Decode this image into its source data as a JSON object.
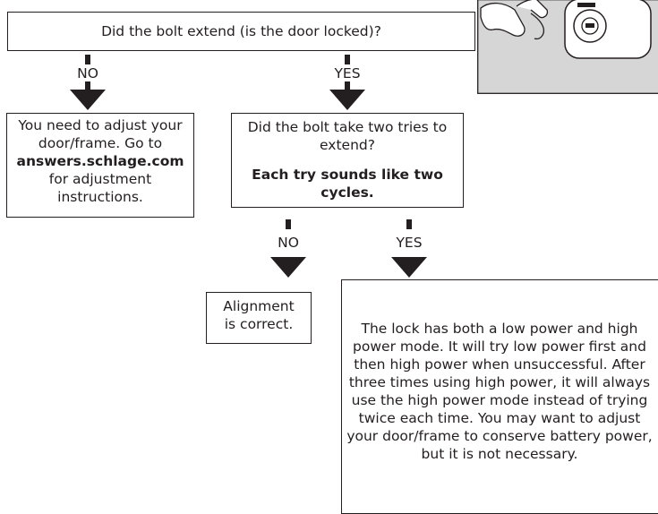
{
  "flowchart": {
    "question_locked": "Did the bolt extend (is the door locked)?",
    "branch_no_1": "NO",
    "branch_yes_1": "YES",
    "adjust_box": {
      "line1": "You need to adjust your door/frame. Go to",
      "link": "answers.schlage.com",
      "line2": "for adjustment instructions."
    },
    "question_two_tries": {
      "text": "Did the bolt take two tries to extend?",
      "note": "Each try sounds like two cycles."
    },
    "branch_no_2": "NO",
    "branch_yes_2": "YES",
    "alignment_box": "Alignment is correct.",
    "power_box": "The lock has both a low power and high power mode. It will try low power first and then high power when unsuccessful. After three times using high power, it will always use the high power mode instead of trying twice each time. You may want to adjust your door/frame to conserve battery power, but it is not necessary."
  },
  "photo": {
    "icon": "hand-on-deadbolt-illustration"
  }
}
